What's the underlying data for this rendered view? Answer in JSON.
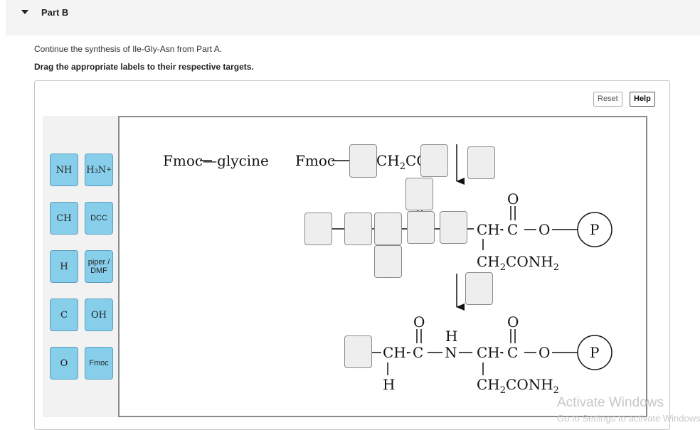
{
  "part": {
    "title": "Part B"
  },
  "instructions": {
    "line1": "Continue the synthesis of Ile-Gly-Asn from Part A.",
    "line2": "Drag the appropriate labels to their respective targets."
  },
  "toolbar": {
    "reset_label": "Reset",
    "help_label": "Help"
  },
  "labels": {
    "nh": "NH",
    "h3n": "H₃N",
    "h3n_charge": "+",
    "ch": "CH",
    "dcc": "DCC",
    "h": "H",
    "piper_dmf": "piper / DMF",
    "c": "C",
    "oh": "OH",
    "o": "O",
    "fmoc": "Fmoc"
  },
  "scheme": {
    "fmoc_glycine": "Fmoc—glycine",
    "fmoc": "Fmoc",
    "ch2co_a": "CH",
    "ch2co_sub": "2",
    "ch2co_b": "CO",
    "ch": "CH",
    "c": "C",
    "o": "O",
    "o_top": "O",
    "p": "P",
    "side_chain_a": "CH",
    "side_chain_sub": "2",
    "side_chain_b": "CONH",
    "side_chain_sub2": "2",
    "n": "N",
    "h": "H"
  },
  "watermark": {
    "line1": "Activate Windows",
    "line2": "Go to Settings to activate Windows."
  }
}
